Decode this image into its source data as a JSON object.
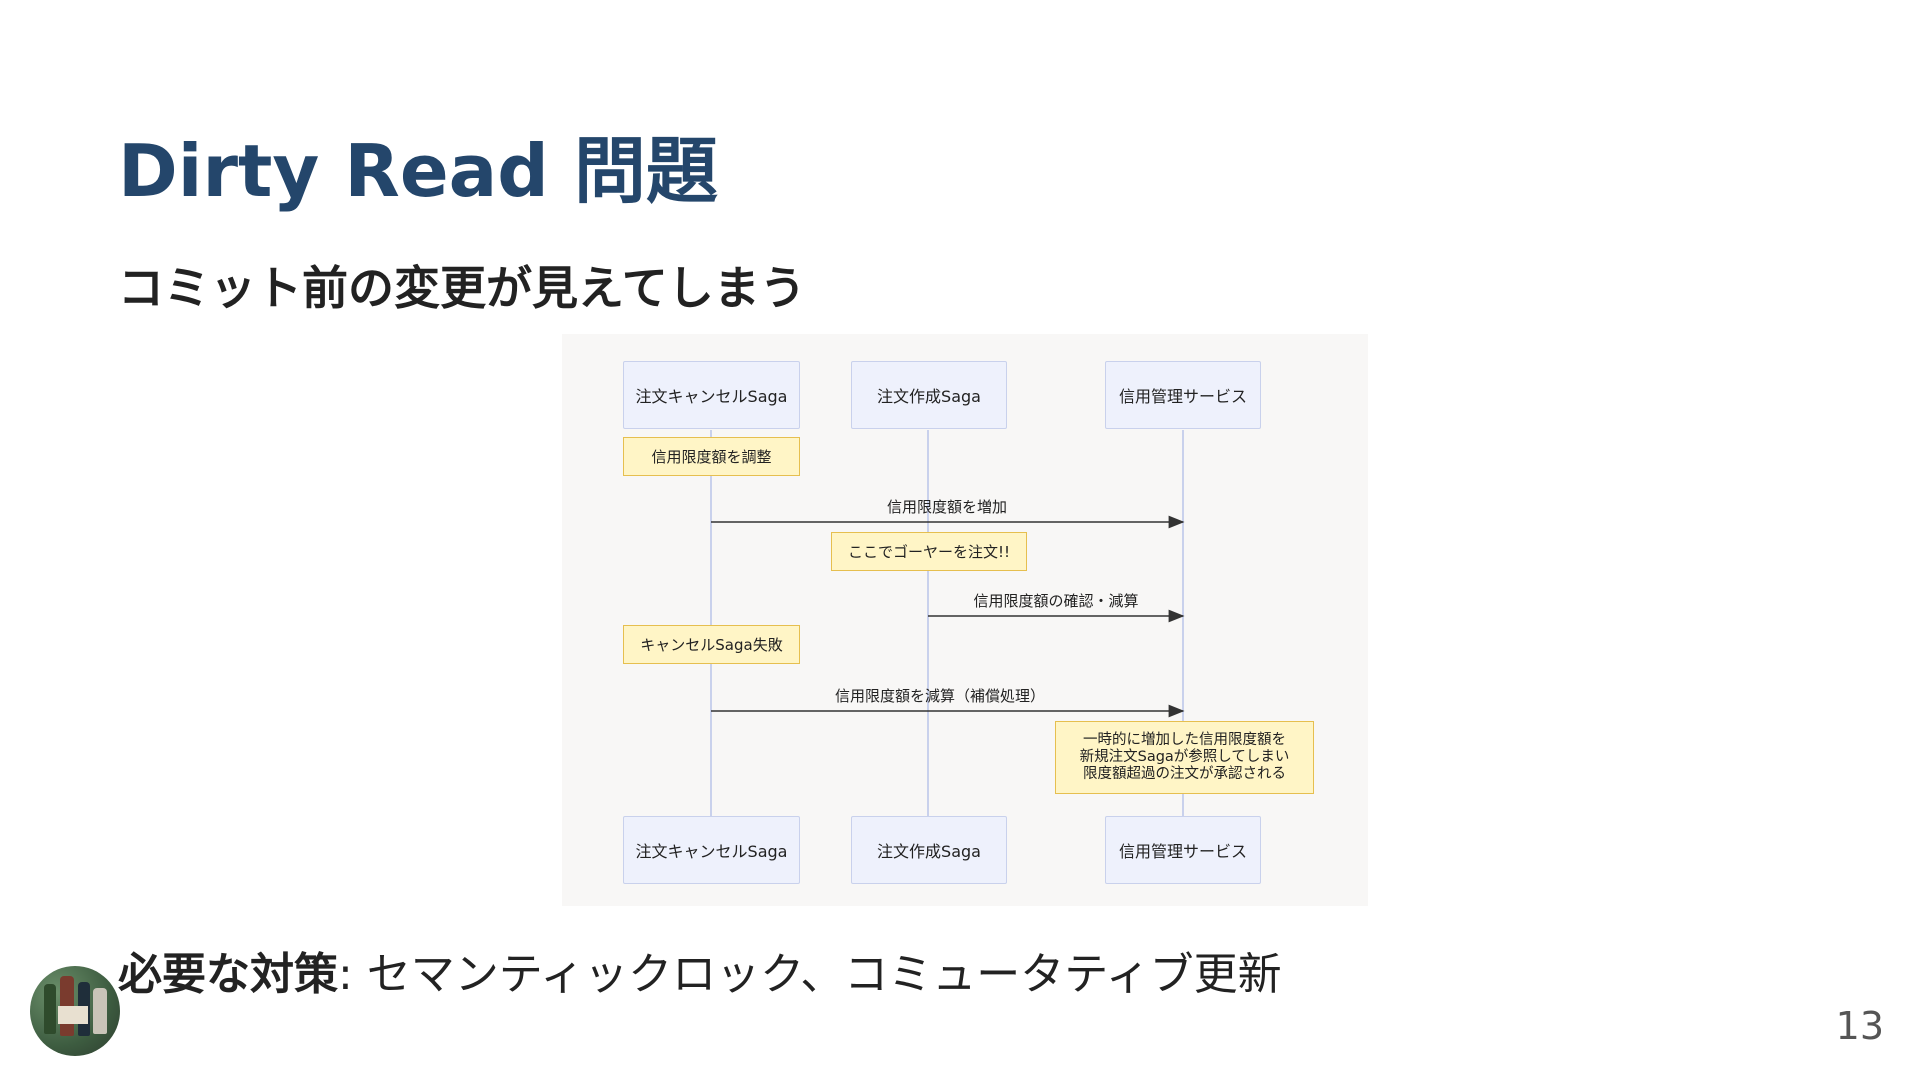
{
  "slide": {
    "title": "Dirty Read 問題",
    "subtitle": "コミット前の変更が見えてしまう",
    "footer_label": "必要な対策",
    "footer_text": ": セマンティックロック、コミュータティブ更新",
    "page_number": "13"
  },
  "diagram": {
    "actors": [
      "注文キャンセルSaga",
      "注文作成Saga",
      "信用管理サービス"
    ],
    "steps": [
      {
        "kind": "note",
        "over": 0,
        "text": "信用限度額を調整"
      },
      {
        "kind": "message",
        "from": 0,
        "to": 2,
        "text": "信用限度額を増加"
      },
      {
        "kind": "note",
        "over": 1,
        "text": "ここでゴーヤーを注文!!"
      },
      {
        "kind": "message",
        "from": 1,
        "to": 2,
        "text": "信用限度額の確認・減算"
      },
      {
        "kind": "note",
        "over": 0,
        "text": "キャンセルSaga失敗"
      },
      {
        "kind": "message",
        "from": 0,
        "to": 2,
        "text": "信用限度額を減算（補償処理）"
      },
      {
        "kind": "note",
        "over": 2,
        "lines": [
          "一時的に増加した信用限度額を",
          "新規注文Sagaが参照してしまい",
          "限度額超過の注文が承認される"
        ]
      }
    ],
    "colors": {
      "actor_fill": "#eef1fc",
      "note_fill": "#fff5c6",
      "note_border": "#e6bf4f",
      "lifeline": "#c9d1ec",
      "arrow": "#333333"
    }
  }
}
